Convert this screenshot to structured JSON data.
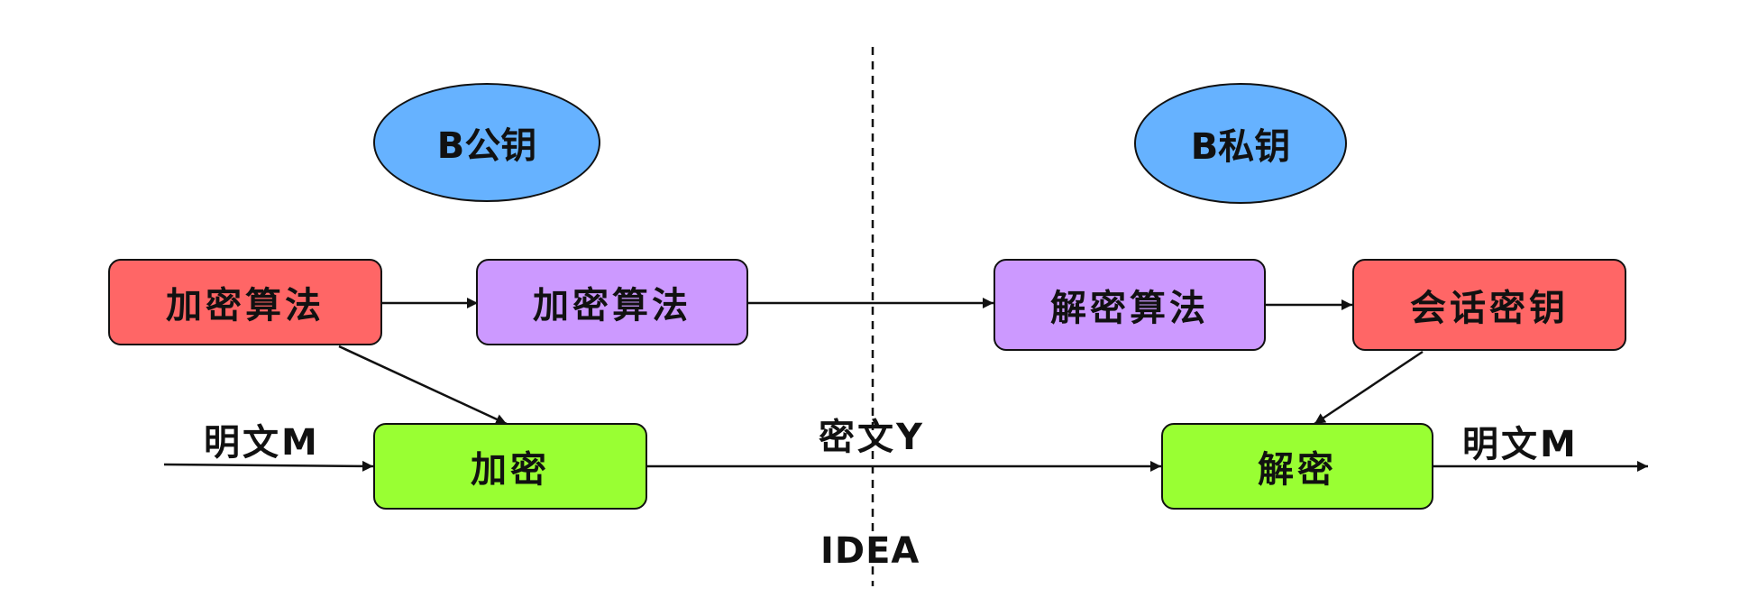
{
  "diagram": {
    "nodes": {
      "b_public_key": {
        "label": "B公钥",
        "color": "#66b2ff"
      },
      "b_private_key": {
        "label": "B私钥",
        "color": "#66b2ff"
      },
      "enc_algo_red": {
        "label": "加密算法",
        "color": "#ff6666"
      },
      "enc_algo_purple": {
        "label": "加密算法",
        "color": "#cc99ff"
      },
      "dec_algo_purple": {
        "label": "解密算法",
        "color": "#cc99ff"
      },
      "session_key": {
        "label": "会话密钥",
        "color": "#ff6666"
      },
      "encrypt": {
        "label": "加密",
        "color": "#99ff33"
      },
      "decrypt": {
        "label": "解密",
        "color": "#99ff33"
      }
    },
    "labels": {
      "plaintext_in": "明文M",
      "plaintext_out": "明文M",
      "ciphertext": "密文Y",
      "algorithm": "IDEA"
    },
    "edges": [
      {
        "from": "enc_algo_red",
        "to": "enc_algo_purple"
      },
      {
        "from": "enc_algo_purple",
        "to": "dec_algo_purple"
      },
      {
        "from": "dec_algo_purple",
        "to": "session_key"
      },
      {
        "from": "enc_algo_red",
        "to": "encrypt"
      },
      {
        "from": "session_key",
        "to": "decrypt"
      },
      {
        "from": "plaintext_in",
        "to": "encrypt"
      },
      {
        "from": "encrypt",
        "to": "decrypt"
      },
      {
        "from": "decrypt",
        "to": "plaintext_out"
      }
    ]
  }
}
